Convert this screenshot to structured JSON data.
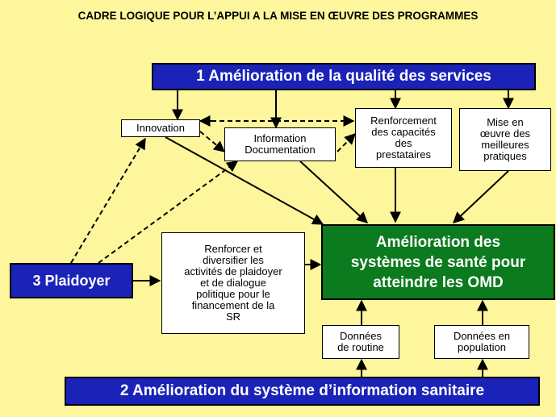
{
  "title": "CADRE LOGIQUE POUR L’APPUI A LA MISE EN ŒUVRE DES PROGRAMMES",
  "boxes": {
    "qualite": "1 Amélioration de la qualité des services",
    "innovation": "Innovation",
    "information": "Information\nDocumentation",
    "renforcement": "Renforcement\ndes capacités\ndes\nprestataires",
    "mise": "Mise  en\nœuvre  des\nmeilleures\npratiques",
    "plaidoyer": "3 Plaidoyer",
    "renforcer": "Renforcer et\ndiversifier les\nactivités de plaidoyer\net de dialogue\npolitique pour le\nfinancement de la\nSR",
    "systemes": "Amélioration  des\nsystèmes de santé pour\natteindre les OMD",
    "routine": "Données\nde routine",
    "population": "Données en\npopulation",
    "sis": "2 Amélioration du système d’information sanitaire"
  },
  "colors": {
    "background": "#fdf69c",
    "blue": "#1a22b8",
    "green": "#0c7a1e"
  }
}
